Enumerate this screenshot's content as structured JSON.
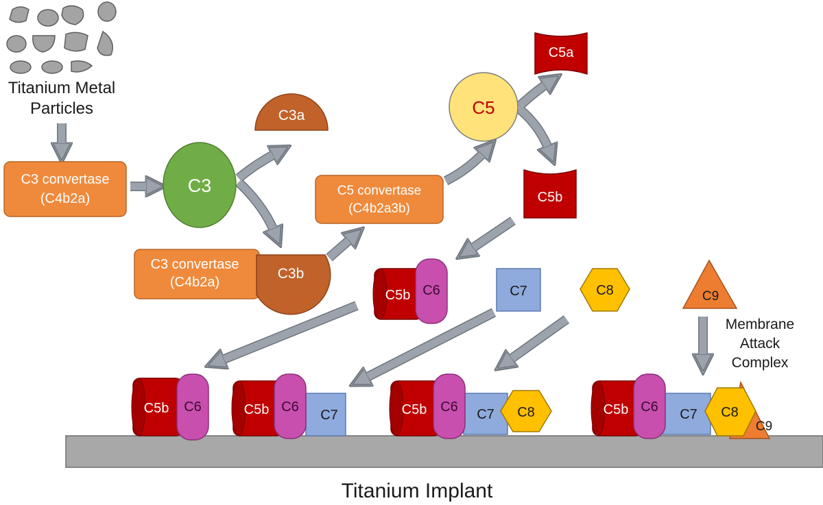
{
  "title": "Titanium Implant",
  "colors": {
    "particle": "#a4a4a4",
    "particle_stroke": "#5e5e5e",
    "arrow": "#9ca3ad",
    "orange_box": "#ef8a3c",
    "green": "#70ad47",
    "c3a_c3b": "#c0622a",
    "c5_fill": "#ffe27a",
    "red_cyl": "#c00000",
    "c6_magenta": "#c84fae",
    "c7_blue": "#8faadc",
    "c8_gold": "#ffc000",
    "c9_orange": "#ed7d31",
    "implant": "#a8a8a8"
  },
  "labels": {
    "particles": [
      "Titanium Metal",
      "Particles"
    ],
    "c3_convertase": [
      "C3 convertase",
      "(C4b2a)"
    ],
    "c3": "C3",
    "c3a": "C3a",
    "c3b": "C3b",
    "c5_convertase": [
      "C5 convertase",
      "(C4b2a3b)"
    ],
    "c5": "C5",
    "c5a": "C5a",
    "c5b": "C5b",
    "c6": "C6",
    "c7": "C7",
    "c8": "C8",
    "c9": "C9",
    "mac": [
      "Membrane",
      "Attack",
      "Complex"
    ]
  }
}
